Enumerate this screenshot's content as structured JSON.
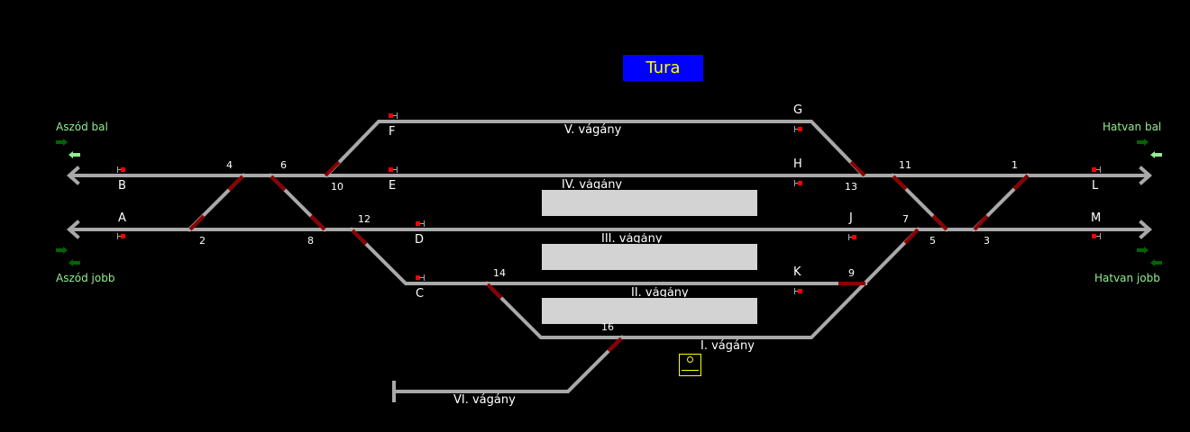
{
  "station": {
    "name": "Tura"
  },
  "directions": {
    "aszod_bal": "Aszód bal",
    "aszod_jobb": "Aszód jobb",
    "hatvan_bal": "Hatvan bal",
    "hatvan_jobb": "Hatvan jobb"
  },
  "tracks": {
    "t1": "I. vágány",
    "t2": "II. vágány",
    "t3": "III. vágány",
    "t4": "IV. vágány",
    "t5": "V. vágány",
    "t6": "VI. vágány"
  },
  "signals": [
    "A",
    "B",
    "C",
    "D",
    "E",
    "F",
    "G",
    "H",
    "J",
    "K",
    "L",
    "M"
  ],
  "switches": [
    "1",
    "2",
    "3",
    "4",
    "5",
    "6",
    "7",
    "8",
    "9",
    "10",
    "11",
    "12",
    "13",
    "14",
    "16"
  ],
  "colors": {
    "track": "#a9a9a9",
    "switch_occupied": "#8b0000",
    "signal_red": "#ff0000",
    "title_bg": "#0000ff",
    "title_text": "#ffff00",
    "direction_text": "#90ee90",
    "arrow_dark": "#006400",
    "arrow_light": "#90ee90",
    "platform": "#d3d3d3"
  }
}
